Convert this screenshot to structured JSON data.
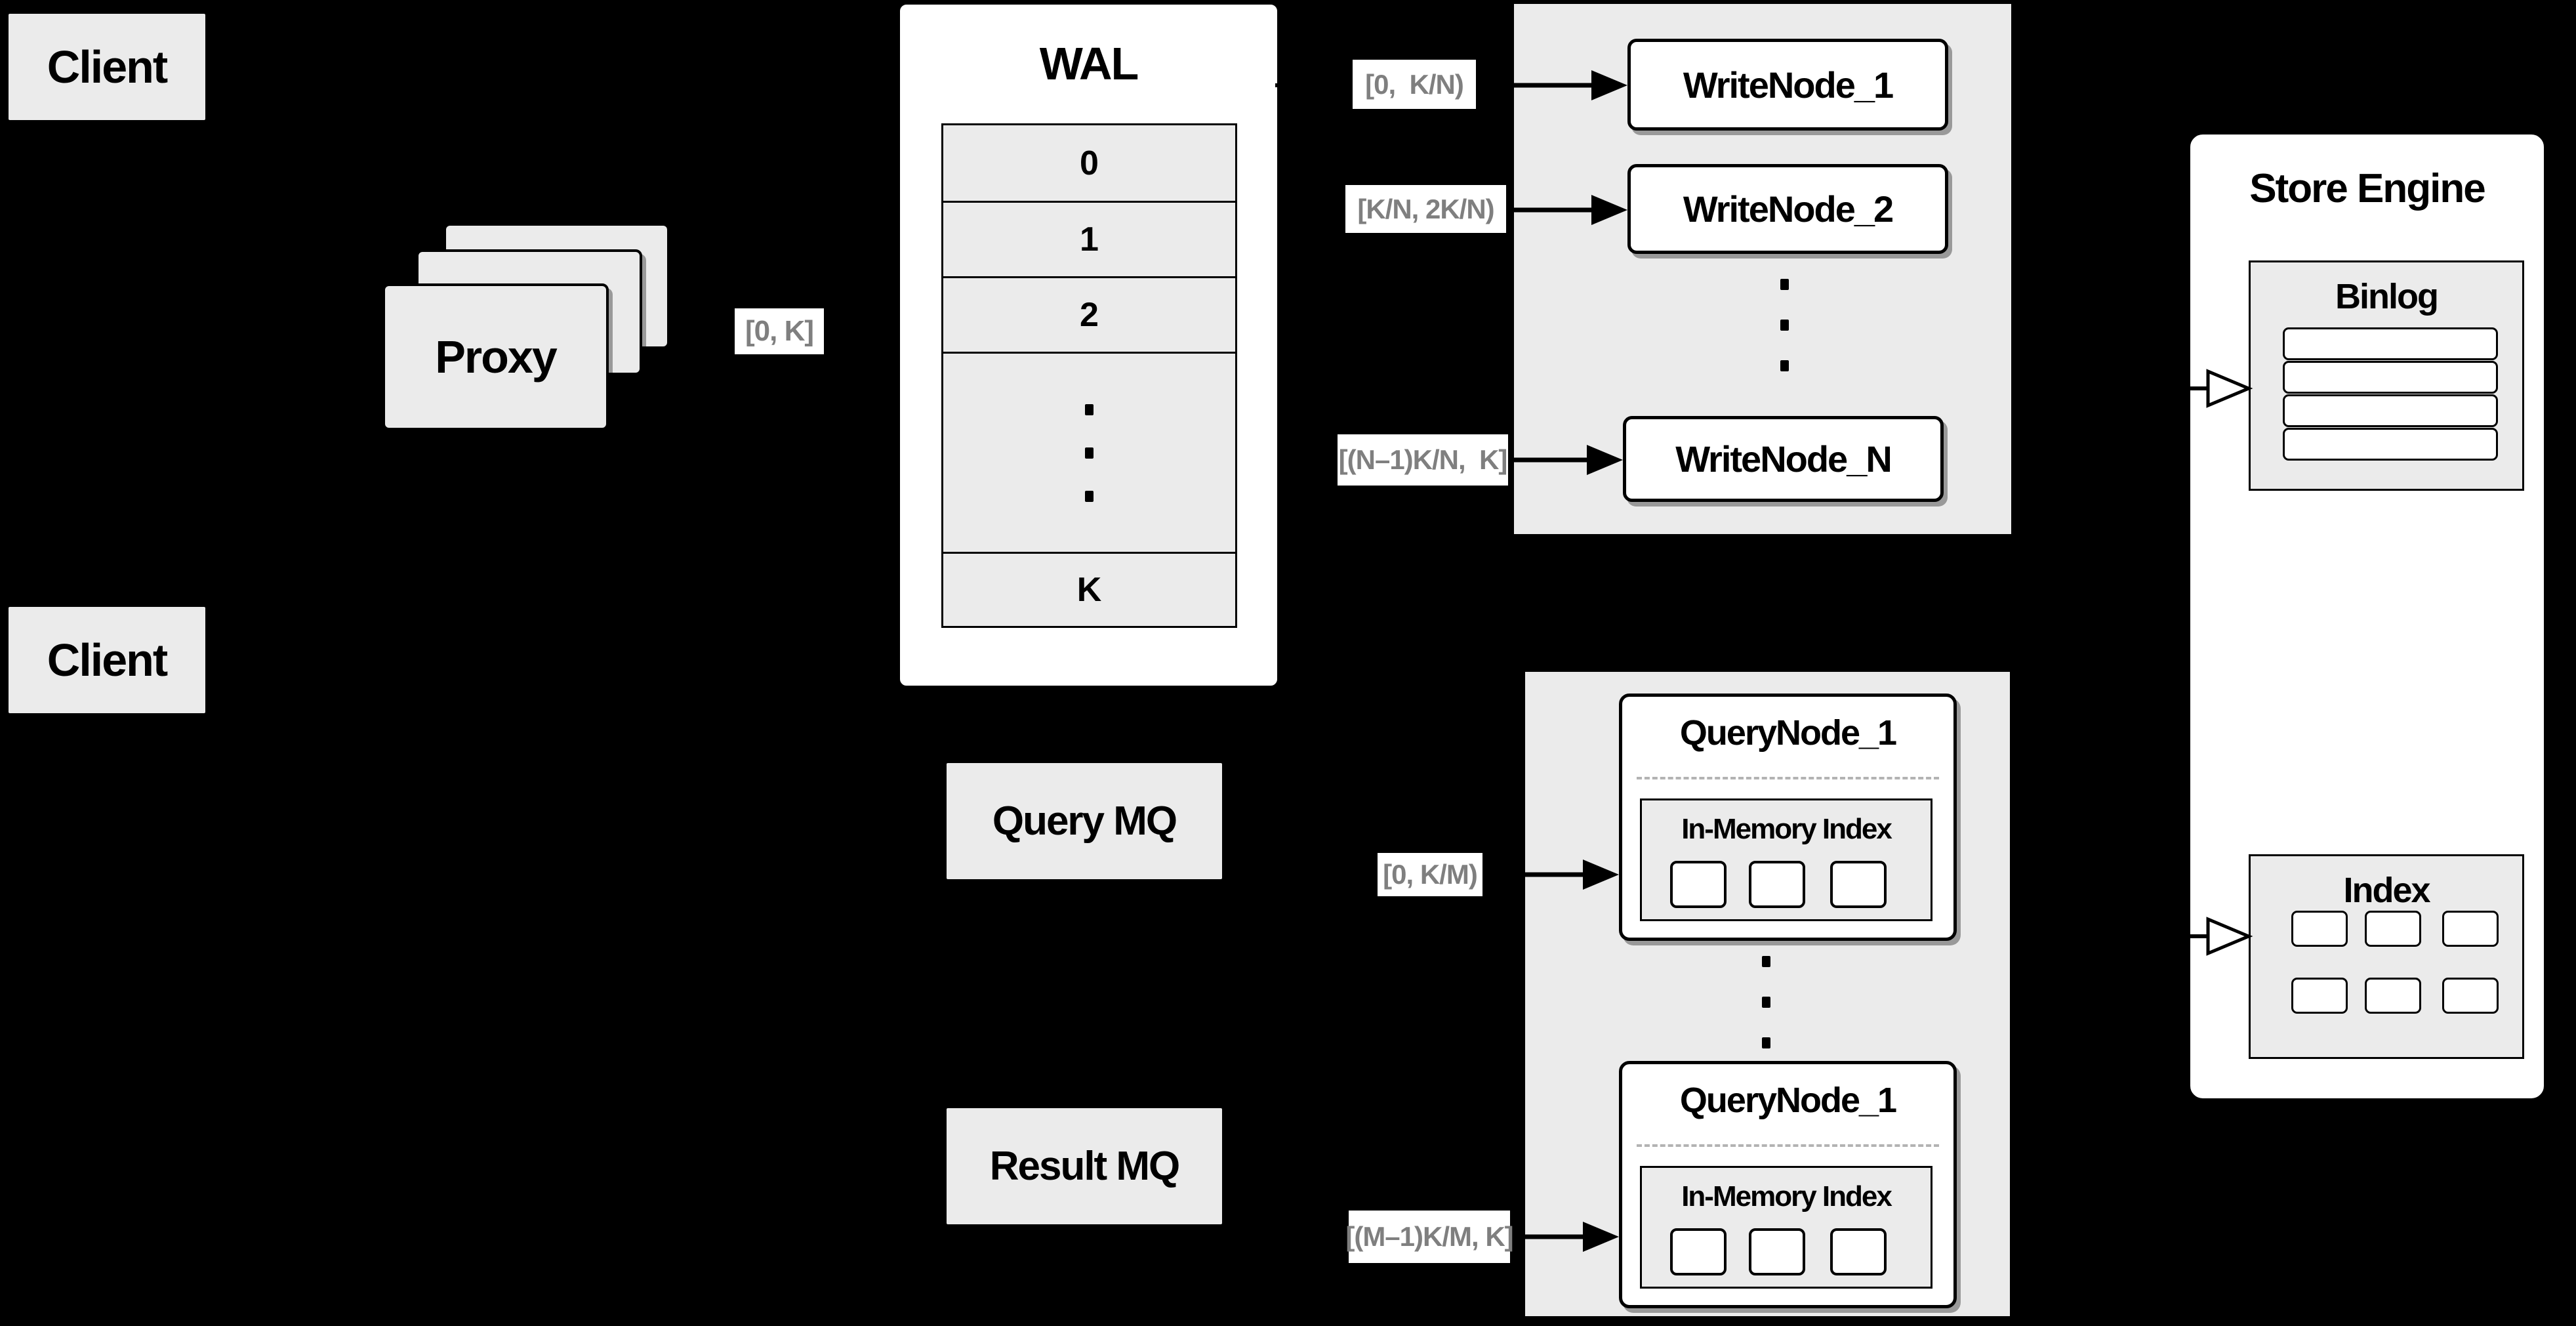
{
  "clients": {
    "top_label": "Client",
    "bottom_label": "Client"
  },
  "proxy": {
    "label": "Proxy",
    "range": "[0, K]"
  },
  "wal": {
    "title": "WAL",
    "rows": [
      "0",
      "1",
      "2"
    ],
    "last_row": "K"
  },
  "write_group": {
    "nodes": [
      "WriteNode_1",
      "WriteNode_2",
      "WriteNode_N"
    ],
    "ranges": [
      "[0,  K/N)",
      "[K/N, 2K/N)",
      "[(N–1)K/N,  K]"
    ]
  },
  "mq": {
    "query_label": "Query MQ",
    "result_label": "Result MQ"
  },
  "query_group": {
    "nodes": [
      {
        "title": "QueryNode_1",
        "inner_title": "In-Memory Index"
      },
      {
        "title": "QueryNode_1",
        "inner_title": "In-Memory Index"
      }
    ],
    "ranges": [
      "[0, K/M)",
      "[(M–1)K/M, K]"
    ]
  },
  "store_engine": {
    "title": "Store Engine",
    "binlog_title": "Binlog",
    "index_title": "Index"
  },
  "colors": {
    "background": "#000000",
    "box_gray": "#ebebeb",
    "box_white": "#ffffff",
    "border": "#000000",
    "range_text": "#7f7f7f",
    "dashed_divider": "#b3b3b3"
  }
}
